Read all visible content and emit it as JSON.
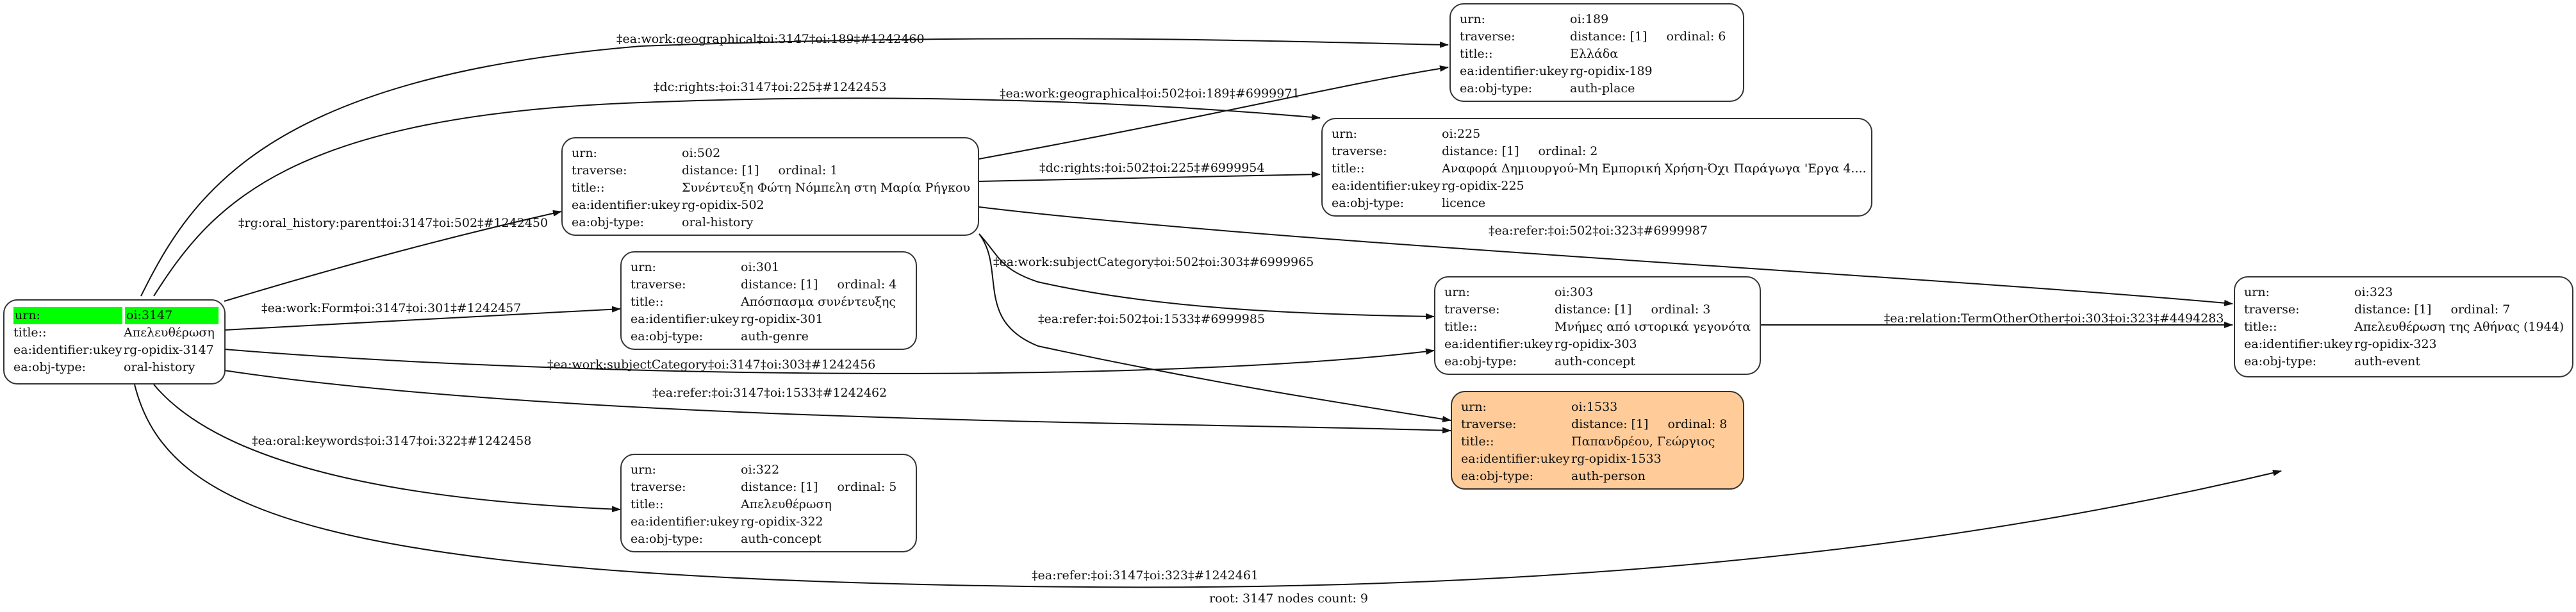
{
  "nodes": {
    "n3147": {
      "urn_label": "urn:",
      "urn": "oi:3147",
      "title_label": "title::",
      "title": "Απελευθέρωση",
      "ukey_label": "ea:identifier:ukey",
      "ukey": "rg-opidix-3147",
      "type_label": "ea:obj-type:",
      "type": "oral-history"
    },
    "n502": {
      "urn_label": "urn:",
      "urn": "oi:502",
      "traverse_label": "traverse:",
      "distance": "distance: [1]",
      "ordinal": "ordinal: 1",
      "title_label": "title::",
      "title": "Συνέντευξη Φώτη Νόμπελη στη Μαρία Ρήγκου",
      "ukey_label": "ea:identifier:ukey",
      "ukey": "rg-opidix-502",
      "type_label": "ea:obj-type:",
      "type": "oral-history"
    },
    "n301": {
      "urn_label": "urn:",
      "urn": "oi:301",
      "traverse_label": "traverse:",
      "distance": "distance: [1]",
      "ordinal": "ordinal: 4",
      "title_label": "title::",
      "title": "Απόσπασμα συνέντευξης",
      "ukey_label": "ea:identifier:ukey",
      "ukey": "rg-opidix-301",
      "type_label": "ea:obj-type:",
      "type": "auth-genre"
    },
    "n322": {
      "urn_label": "urn:",
      "urn": "oi:322",
      "traverse_label": "traverse:",
      "distance": "distance: [1]",
      "ordinal": "ordinal: 5",
      "title_label": "title::",
      "title": "Απελευθέρωση",
      "ukey_label": "ea:identifier:ukey",
      "ukey": "rg-opidix-322",
      "type_label": "ea:obj-type:",
      "type": "auth-concept"
    },
    "n189": {
      "urn_label": "urn:",
      "urn": "oi:189",
      "traverse_label": "traverse:",
      "distance": "distance: [1]",
      "ordinal": "ordinal: 6",
      "title_label": "title::",
      "title": "Ελλάδα",
      "ukey_label": "ea:identifier:ukey",
      "ukey": "rg-opidix-189",
      "type_label": "ea:obj-type:",
      "type": "auth-place"
    },
    "n225": {
      "urn_label": "urn:",
      "urn": "oi:225",
      "traverse_label": "traverse:",
      "distance": "distance: [1]",
      "ordinal": "ordinal: 2",
      "title_label": "title::",
      "title": "Αναφορά Δημιουργού-Μη Εμπορική Χρήση-Όχι Παράγωγα 'Εργα 4....",
      "ukey_label": "ea:identifier:ukey",
      "ukey": "rg-opidix-225",
      "type_label": "ea:obj-type:",
      "type": "licence"
    },
    "n303": {
      "urn_label": "urn:",
      "urn": "oi:303",
      "traverse_label": "traverse:",
      "distance": "distance: [1]",
      "ordinal": "ordinal: 3",
      "title_label": "title::",
      "title": "Μνήμες από ιστορικά γεγονότα",
      "ukey_label": "ea:identifier:ukey",
      "ukey": "rg-opidix-303",
      "type_label": "ea:obj-type:",
      "type": "auth-concept"
    },
    "n1533": {
      "urn_label": "urn:",
      "urn": "oi:1533",
      "traverse_label": "traverse:",
      "distance": "distance: [1]",
      "ordinal": "ordinal: 8",
      "title_label": "title::",
      "title": "Παπανδρέου, Γεώργιος",
      "ukey_label": "ea:identifier:ukey",
      "ukey": "rg-opidix-1533",
      "type_label": "ea:obj-type:",
      "type": "auth-person"
    },
    "n323": {
      "urn_label": "urn:",
      "urn": "oi:323",
      "traverse_label": "traverse:",
      "distance": "distance: [1]",
      "ordinal": "ordinal: 7",
      "title_label": "title::",
      "title": "Απελευθέρωση της Αθήνας (1944)",
      "ukey_label": "ea:identifier:ukey",
      "ukey": "rg-opidix-323",
      "type_label": "ea:obj-type:",
      "type": "auth-event"
    }
  },
  "edges": [
    {
      "id": "e1",
      "label": "‡ea:work:geographical‡oi:3147‡oi:189‡#1242460"
    },
    {
      "id": "e2",
      "label": "‡dc:rights:‡oi:3147‡oi:225‡#1242453"
    },
    {
      "id": "e3",
      "label": "‡ea:work:geographical‡oi:502‡oi:189‡#6999971"
    },
    {
      "id": "e4",
      "label": "‡dc:rights:‡oi:502‡oi:225‡#6999954"
    },
    {
      "id": "e5",
      "label": "‡rg:oral_history:parent‡oi:3147‡oi:502‡#1242450"
    },
    {
      "id": "e6",
      "label": "‡ea:refer:‡oi:502‡oi:323‡#6999987"
    },
    {
      "id": "e7",
      "label": "‡ea:work:subjectCategory‡oi:502‡oi:303‡#6999965"
    },
    {
      "id": "e8",
      "label": "‡ea:work:Form‡oi:3147‡oi:301‡#1242457"
    },
    {
      "id": "e9",
      "label": "‡ea:refer:‡oi:502‡oi:1533‡#6999985"
    },
    {
      "id": "e10",
      "label": "‡ea:relation:TermOtherOther‡oi:303‡oi:323‡#4494283"
    },
    {
      "id": "e11",
      "label": "‡ea:work:subjectCategory‡oi:3147‡oi:303‡#1242456"
    },
    {
      "id": "e12",
      "label": "‡ea:refer:‡oi:3147‡oi:1533‡#1242462"
    },
    {
      "id": "e13",
      "label": "‡ea:oral:keywords‡oi:3147‡oi:322‡#1242458"
    },
    {
      "id": "e14",
      "label": "‡ea:refer:‡oi:3147‡oi:323‡#1242461"
    }
  ],
  "footer": "root: 3147 nodes count: 9",
  "colors": {
    "root_highlight": "#00ff00",
    "person_fill": "#ffcc99",
    "stroke": "#333333"
  }
}
